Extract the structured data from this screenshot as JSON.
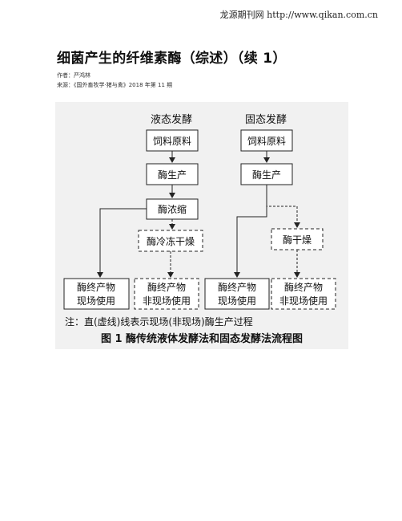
{
  "header": {
    "site": "龙源期刊网 http://www.qikan.com.cn"
  },
  "article": {
    "title": "细菌产生的纤维素酶（综述）（续 1）",
    "author": "作者：严鸿林",
    "source": "来源：《国外畜牧学·猪与禽》2018 年第 11 期"
  },
  "figure": {
    "col_left": "液态发酵",
    "col_right": "固态发酵",
    "left_feed": "饲料原料",
    "left_produce": "酶生产",
    "left_concentrate": "酶浓缩",
    "left_freezedry": "酶冷冻干燥",
    "right_feed": "饲料原料",
    "right_produce": "酶生产",
    "right_dry": "酶干燥",
    "end1_line1": "酶终产物",
    "end1_line2": "现场使用",
    "end2_line1": "酶终产物",
    "end2_line2": "非现场使用",
    "end3_line1": "酶终产物",
    "end3_line2": "现场使用",
    "end4_line1": "酶终产物",
    "end4_line2": "非现场使用",
    "note": "注：直(虚线)线表示现场(非现场)酶生产过程",
    "caption": "图 1  酶传统液体发酵法和固态发酵法流程图"
  }
}
